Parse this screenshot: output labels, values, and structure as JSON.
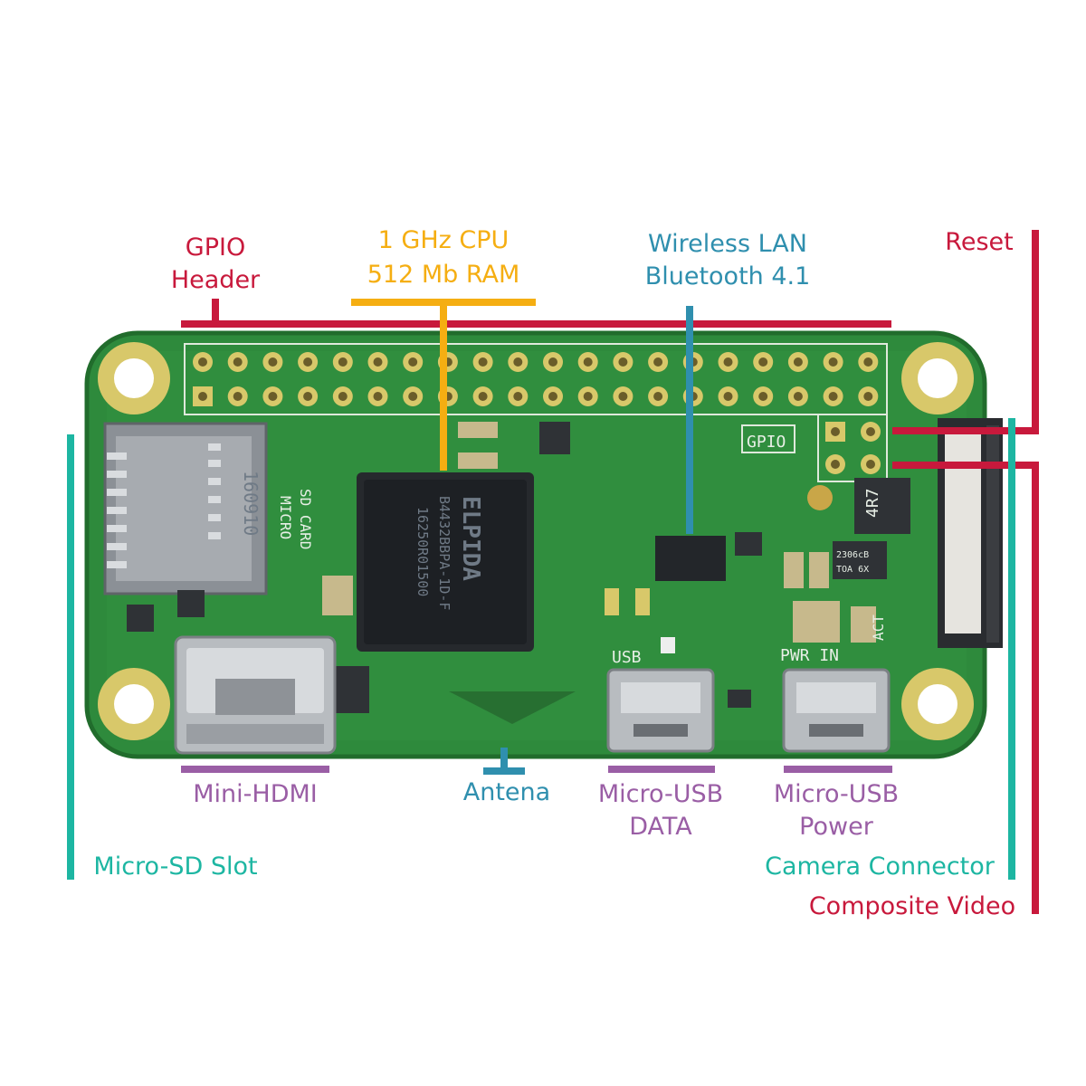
{
  "colors": {
    "red": "#c8193c",
    "orange": "#f5ae12",
    "blue": "#2f8fae",
    "purple": "#9a5ea5",
    "teal": "#1db6a2",
    "board": "#2e8a3c",
    "board_edge": "#216c2c"
  },
  "labels": {
    "gpio_line1": "GPIO",
    "gpio_line2": "Header",
    "cpu_line1": "1 GHz CPU",
    "cpu_line2": "512 Mb RAM",
    "wlan_line1": "Wireless LAN",
    "wlan_line2": "Bluetooth 4.1",
    "reset": "Reset",
    "mini_hdmi": "Mini-HDMI",
    "antenna": "Antena",
    "usb_data_line1": "Micro-USB",
    "usb_data_line2": "DATA",
    "usb_power_line1": "Micro-USB",
    "usb_power_line2": "Power",
    "micro_sd": "Micro-SD Slot",
    "camera": "Camera Connector",
    "composite": "Composite Video"
  },
  "board_silkscreen": {
    "gpio": "GPIO",
    "micro": "MICRO",
    "sd_card": "SD CARD",
    "usb": "USB",
    "pwr_in": "PWR IN",
    "act": "ACT",
    "sd_code": "160910",
    "cpu_brand": "ELPIDA",
    "cpu_part": "B4432BBPA-1D-F",
    "cpu_lot": "16250R01500",
    "inductor": "4R7",
    "regulator_line1": "2306cB",
    "regulator_line2": "TOA 6X"
  }
}
